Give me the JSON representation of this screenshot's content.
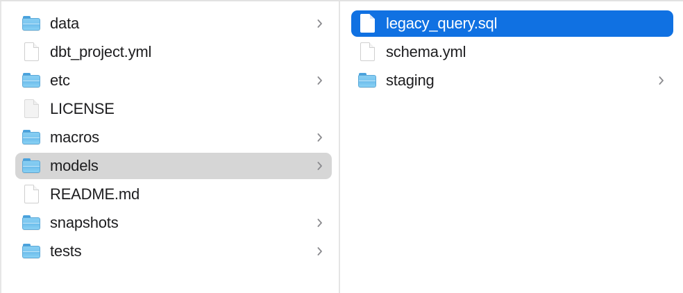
{
  "window": {
    "view": "column-view",
    "background_color": "#ffffff",
    "divider_color": "#e4e4e4",
    "selection_blue": "#1071e2",
    "selection_gray": "#d6d6d6",
    "text_color": "#1d1d1f",
    "chevron_color": "#8a8a8e"
  },
  "columns": [
    {
      "name": "parent-column",
      "items": [
        {
          "label": "data",
          "kind": "folder",
          "icon": "folder-icon",
          "has_chevron": true,
          "selected": false,
          "selection_style": "none"
        },
        {
          "label": "dbt_project.yml",
          "kind": "file",
          "icon": "document-icon",
          "has_chevron": false,
          "selected": false,
          "selection_style": "none"
        },
        {
          "label": "etc",
          "kind": "folder",
          "icon": "folder-icon",
          "has_chevron": true,
          "selected": false,
          "selection_style": "none"
        },
        {
          "label": "LICENSE",
          "kind": "file",
          "icon": "document-plain-icon",
          "has_chevron": false,
          "selected": false,
          "selection_style": "none"
        },
        {
          "label": "macros",
          "kind": "folder",
          "icon": "folder-icon",
          "has_chevron": true,
          "selected": false,
          "selection_style": "none"
        },
        {
          "label": "models",
          "kind": "folder",
          "icon": "folder-icon",
          "has_chevron": true,
          "selected": true,
          "selection_style": "gray"
        },
        {
          "label": "README.md",
          "kind": "file",
          "icon": "document-icon",
          "has_chevron": false,
          "selected": false,
          "selection_style": "none"
        },
        {
          "label": "snapshots",
          "kind": "folder",
          "icon": "folder-icon",
          "has_chevron": true,
          "selected": false,
          "selection_style": "none"
        },
        {
          "label": "tests",
          "kind": "folder",
          "icon": "folder-icon",
          "has_chevron": true,
          "selected": false,
          "selection_style": "none"
        }
      ]
    },
    {
      "name": "child-column",
      "items": [
        {
          "label": "legacy_query.sql",
          "kind": "file",
          "icon": "document-icon",
          "has_chevron": false,
          "selected": true,
          "selection_style": "blue"
        },
        {
          "label": "schema.yml",
          "kind": "file",
          "icon": "document-icon",
          "has_chevron": false,
          "selected": false,
          "selection_style": "none"
        },
        {
          "label": "staging",
          "kind": "folder",
          "icon": "folder-icon",
          "has_chevron": true,
          "selected": false,
          "selection_style": "none"
        }
      ]
    }
  ]
}
